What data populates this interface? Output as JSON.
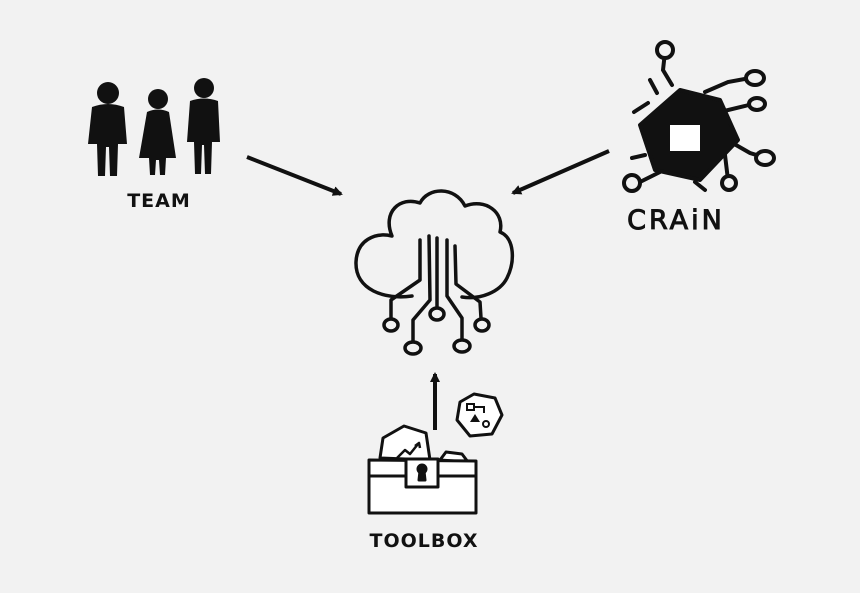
{
  "colors": {
    "background": "#f2f2f2",
    "ink": "#111111",
    "paper": "#ffffff"
  },
  "nodes": {
    "team": {
      "label": "TEAM",
      "icon": "people-icon"
    },
    "crain": {
      "label": "CRAiN",
      "icon": "chip-icon"
    },
    "toolbox": {
      "label": "TOOLBOX",
      "icon": "toolbox-icon"
    },
    "cloud": {
      "icon": "cloud-circuit-icon"
    }
  }
}
